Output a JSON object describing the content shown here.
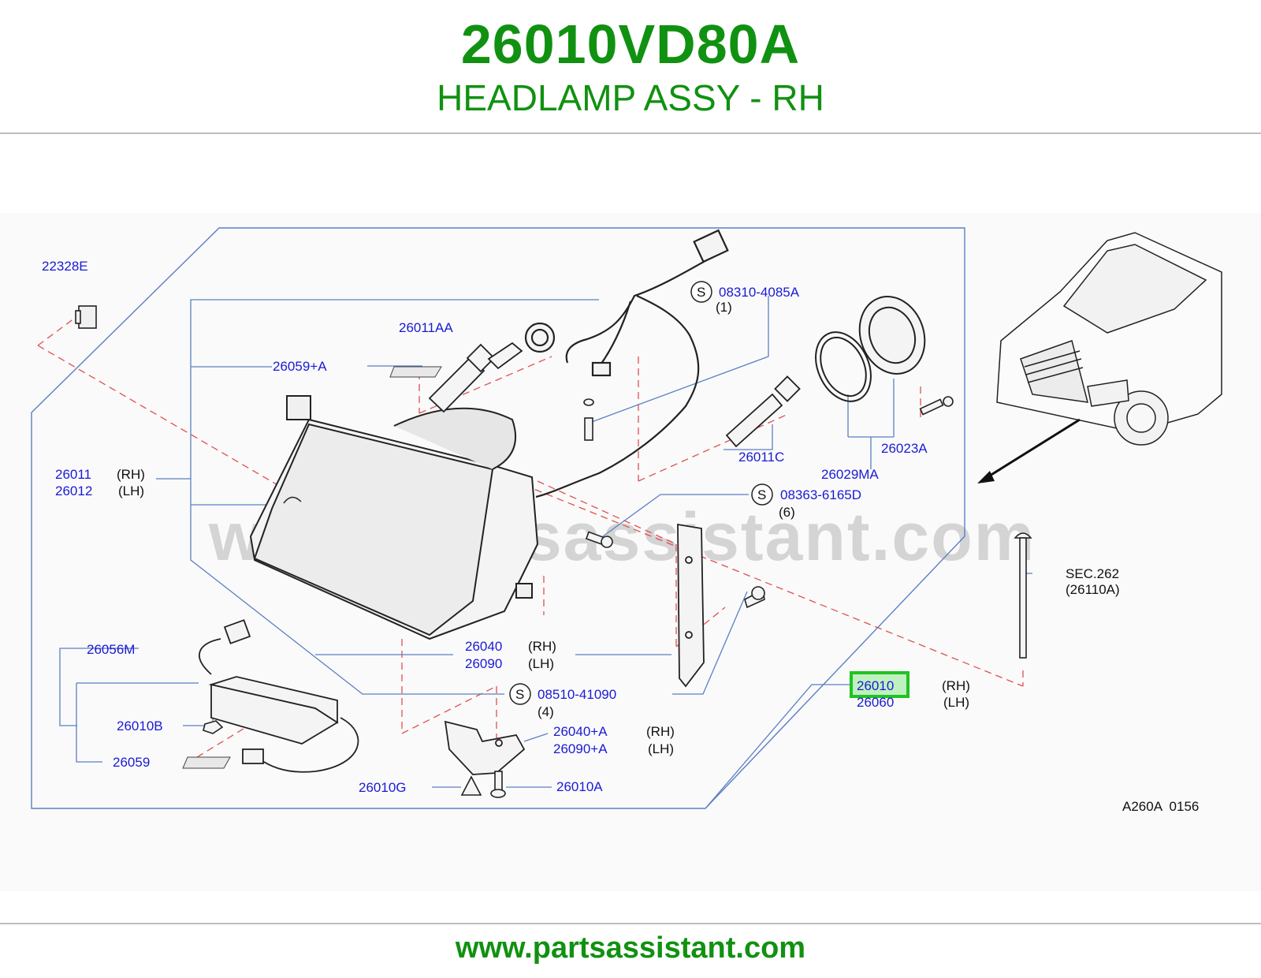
{
  "header": {
    "part_number": "26010VD80A",
    "part_name": "HEADLAMP ASSY - RH"
  },
  "diagram": {
    "watermark": "www.partsassistant.com",
    "figure_code": "A260A  0156",
    "labels": {
      "p22328E": "22328E",
      "p26011AA": "26011AA",
      "p26059A": "26059+A",
      "p26011": "26011",
      "p26012": "26012",
      "rh1": "(RH)",
      "lh1": "(LH)",
      "s08310": "08310-4085A",
      "q1": "(1)",
      "p26011C": "26011C",
      "p26023A": "26023A",
      "p26029MA": "26029MA",
      "s08363": "08363-6165D",
      "q6": "(6)",
      "sec262": "SEC.262",
      "p26110A": "(26110A)",
      "p26056M": "26056M",
      "p26040": "26040",
      "p26090": "26090",
      "rh2": "(RH)",
      "lh2": "(LH)",
      "p26010": "26010",
      "p26060": "26060",
      "rh3": "(RH)",
      "lh3": "(LH)",
      "s08510": "08510-41090",
      "q4": "(4)",
      "p26010B": "26010B",
      "p26059": "26059",
      "p26040A": "26040+A",
      "p26090A": "26090+A",
      "rh4": "(RH)",
      "lh4": "(LH)",
      "p26010G": "26010G",
      "p26010A": "26010A",
      "s_mark": "S"
    },
    "highlight_color": "#22c222"
  },
  "footer": {
    "url": "www.partsassistant.com"
  }
}
